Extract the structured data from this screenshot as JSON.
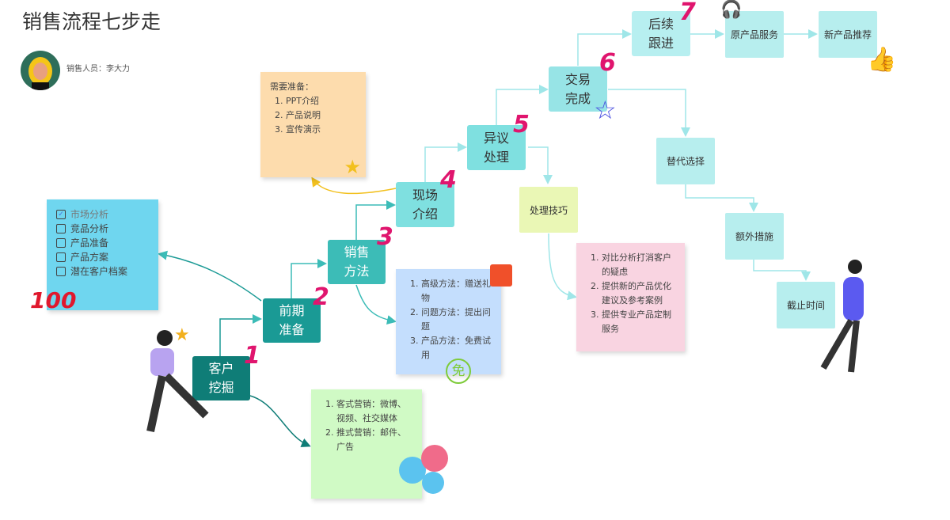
{
  "title": "销售流程七步走",
  "salesperson": "销售人员：李大力",
  "steps": [
    {
      "label": "客户\n挖掘",
      "num": "1",
      "color": "#0f7d77"
    },
    {
      "label": "前期\n准备",
      "num": "2",
      "color": "#1a9a95"
    },
    {
      "label": "销售\n方法",
      "num": "3",
      "color": "#3cbcb7"
    },
    {
      "label": "现场\n介绍",
      "num": "4",
      "color": "#7fe0e0"
    },
    {
      "label": "异议\n处理",
      "num": "5",
      "color": "#7fe0e0"
    },
    {
      "label": "交易\n完成",
      "num": "6",
      "color": "#97e4e6"
    },
    {
      "label": "后续\n跟进",
      "num": "7",
      "color": "#b7eff0"
    }
  ],
  "checklist": [
    {
      "label": "市场分析",
      "checked": true
    },
    {
      "label": "竞品分析",
      "checked": false
    },
    {
      "label": "产品准备",
      "checked": false
    },
    {
      "label": "产品方案",
      "checked": false
    },
    {
      "label": "潜在客户档案",
      "checked": false
    }
  ],
  "prep_note": {
    "heading": "需要准备：",
    "items": [
      "PPT介绍",
      "产品说明",
      "宣传演示"
    ]
  },
  "method_note": {
    "items": [
      "高级方法：赠送礼物",
      "问题方法：提出问题",
      "产品方法：免费试用"
    ],
    "badge": "免"
  },
  "marketing_note": {
    "items": [
      "客式营销：微博、视频、社交媒体",
      "推式营销：邮件、广告"
    ]
  },
  "objection_tip": "处理技巧",
  "objection_note": {
    "items": [
      "对比分析打消客户的疑虑",
      "提供新的产品优化建议及参考案例",
      "提供专业产品定制服务"
    ]
  },
  "followup": {
    "original": "原产品服务",
    "new": "新产品推荐"
  },
  "alternatives": {
    "choice": "替代选择",
    "extra": "额外措施",
    "deadline": "截止时间"
  },
  "score_sticker": "100"
}
